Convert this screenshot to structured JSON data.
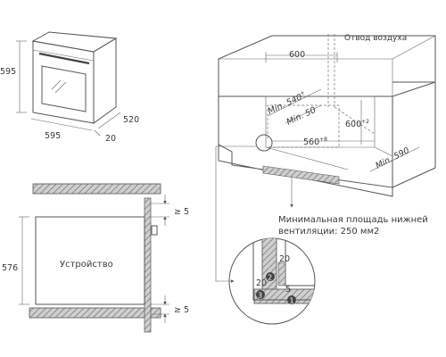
{
  "oven_dims": {
    "height": "595",
    "width": "595",
    "depth": "520",
    "front": "20"
  },
  "cabinet": {
    "air_outlet": "Отвод воздуха",
    "top_width": "600",
    "min_540": "Min. 540",
    "min_540_sup": "+",
    "min_50": "Min. 50",
    "height_600": "600",
    "height_600_sup": "+2",
    "width_560": "560",
    "width_560_sup": "+8",
    "min_590": "Min. 590",
    "ventilation_note_1": "Минимальная площадь нижней",
    "ventilation_note_2": "вентиляции: 250 мм2"
  },
  "side_section": {
    "gap_top": "≥ 5",
    "gap_bottom": "≥ 5",
    "device_height": "576",
    "device_label": "Устройство"
  },
  "detail": {
    "dim_20_top": "20",
    "dim_20_bottom": "20",
    "dim_5": "5",
    "marker_1": "1",
    "marker_2": "2",
    "marker_3": "3"
  },
  "colors": {
    "line": "#555555",
    "hatch": "#8a8a8a",
    "text": "#3a3a3a",
    "marker": "#444444"
  }
}
